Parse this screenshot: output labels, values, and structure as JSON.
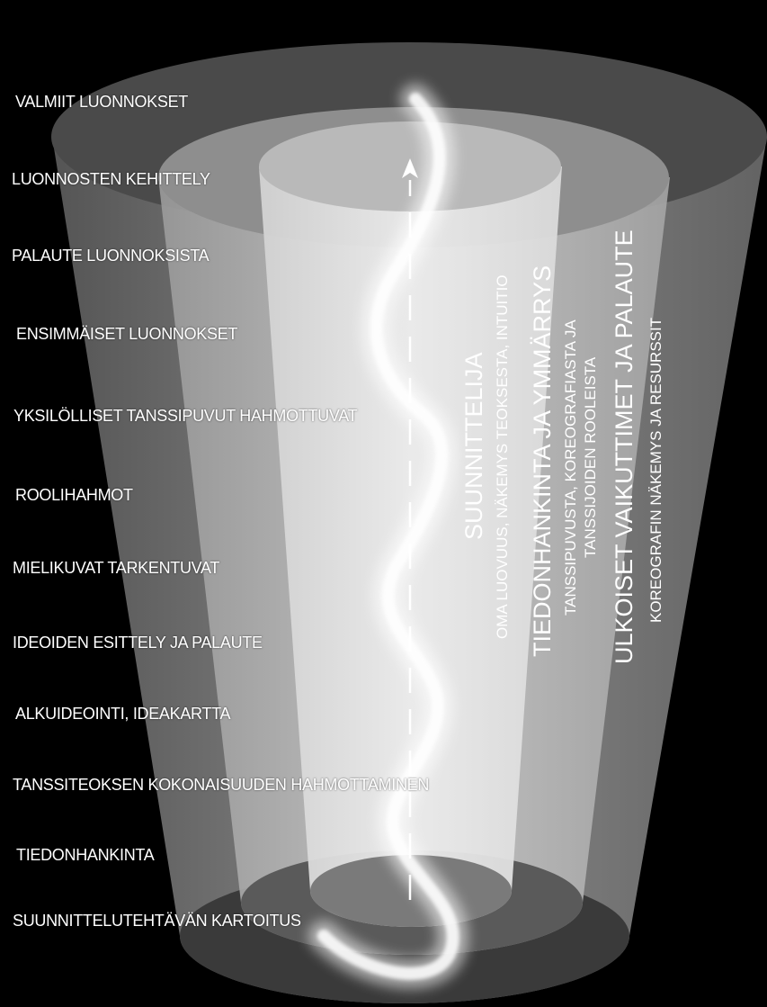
{
  "colors": {
    "background": "#000000",
    "outer_layer": "#8c8c8c",
    "middle_layer": "#b4b4b4",
    "inner_layer": "#dcdcdc",
    "text": "#ffffff"
  },
  "steps": [
    "VALMIIT LUONNOKSET",
    "LUONNOSTEN KEHITTELY",
    "PALAUTE LUONNOKSISTA",
    "ENSIMMÄISET LUONNOKSET",
    "YKSILÖLLISET TANSSIPUVUT HAHMOTTUVAT",
    "ROOLIHAHMOT",
    "MIELIKUVAT TARKENTUVAT",
    "IDEOIDEN ESITTELY JA PALAUTE",
    "ALKUIDEOINTI, IDEAKARTTA",
    "TANSSITEOKSEN KOKONAISUUDEN HAHMOTTAMINEN",
    "TIEDONHANKINTA",
    "SUUNNITTELUTEHTÄVÄN KARTOITUS"
  ],
  "layers": {
    "inner": {
      "title": "SUUNNITTELIJA",
      "subtitle": "OMA LUOVUUS, NÄKEMYS TEOKSESTA, INTUITIO"
    },
    "middle": {
      "title": "TIEDONHANKINTA JA YMMÄRRYS",
      "subtitle_1": "TANSSIPUVUSTA, KOREOGRAFIASTA JA",
      "subtitle_2": "TANSSIJOIDEN ROOLEISTA"
    },
    "outer": {
      "title": "ULKOISET VAIKUTTIMET JA PALAUTE",
      "subtitle": "KOREOGRAFIN NÄKEMYS JA RESURSSIT"
    }
  }
}
